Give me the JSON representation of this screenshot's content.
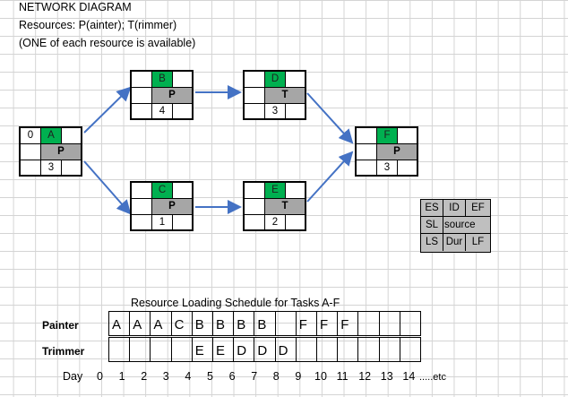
{
  "header": {
    "line1": "NETWORK DIAGRAM",
    "line2": "Resources: P(ainter); T(rimmer)",
    "line3": "(ONE of each resource is available)"
  },
  "nodes": {
    "A": {
      "es": "0",
      "id": "A",
      "resource": "P",
      "dur": "3"
    },
    "B": {
      "es": "",
      "id": "B",
      "resource": "P",
      "dur": "4"
    },
    "C": {
      "es": "",
      "id": "C",
      "resource": "P",
      "dur": "1"
    },
    "D": {
      "es": "",
      "id": "D",
      "resource": "T",
      "dur": "3"
    },
    "E": {
      "es": "",
      "id": "E",
      "resource": "T",
      "dur": "2"
    },
    "F": {
      "es": "",
      "id": "F",
      "resource": "P",
      "dur": "3"
    }
  },
  "legend": {
    "es": "ES",
    "id": "ID",
    "ef": "EF",
    "sl": "SL",
    "source": "source",
    "ls": "LS",
    "dur": "Dur",
    "lf": "LF"
  },
  "schedule": {
    "title": "Resource Loading Schedule for Tasks A-F",
    "painter_label": "Painter",
    "trimmer_label": "Trimmer",
    "day_label": "Day",
    "painter_slots": [
      "A",
      "A",
      "A",
      "C",
      "B",
      "B",
      "B",
      "B",
      "",
      "F",
      "F",
      "F",
      "",
      "",
      ""
    ],
    "trimmer_slots": [
      "",
      "",
      "",
      "",
      "E",
      "E",
      "D",
      "D",
      "D",
      "",
      "",
      "",
      "",
      "",
      ""
    ],
    "days": [
      "0",
      "1",
      "2",
      "3",
      "4",
      "5",
      "6",
      "7",
      "8",
      "9",
      "10",
      "11",
      "12",
      "13",
      "14"
    ],
    "etc": ".....etc"
  },
  "colors": {
    "id_fill": "#00b050",
    "resource_fill": "#a6a6a6",
    "arrow": "#4472c4"
  }
}
